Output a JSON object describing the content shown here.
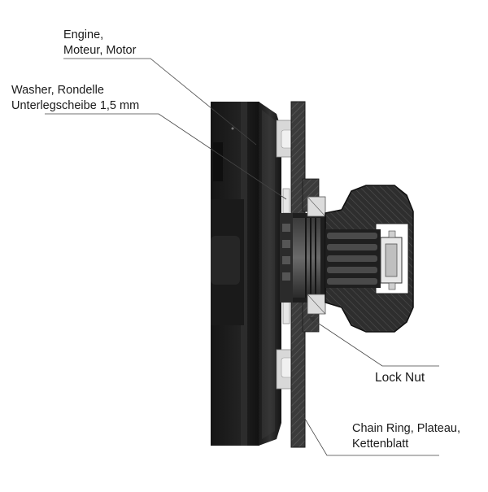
{
  "labels": {
    "engine": {
      "line1": "Engine,",
      "line2": "Moteur, Motor"
    },
    "washer": {
      "line1": "Washer, Rondelle",
      "line2": "Unterlegscheibe 1,5 mm"
    },
    "lock_nut": {
      "text": "Lock Nut"
    },
    "chain_ring": {
      "line1": "Chain Ring, Plateau,",
      "line2": "Kettenblatt"
    }
  },
  "colors": {
    "engine_body": "#1c1c1c",
    "engine_face": "#2a2a2a",
    "chain_ring": "#3a3a3a",
    "knob": "#222222",
    "metal": "#cfcfcf",
    "leader_line": "#444444"
  }
}
